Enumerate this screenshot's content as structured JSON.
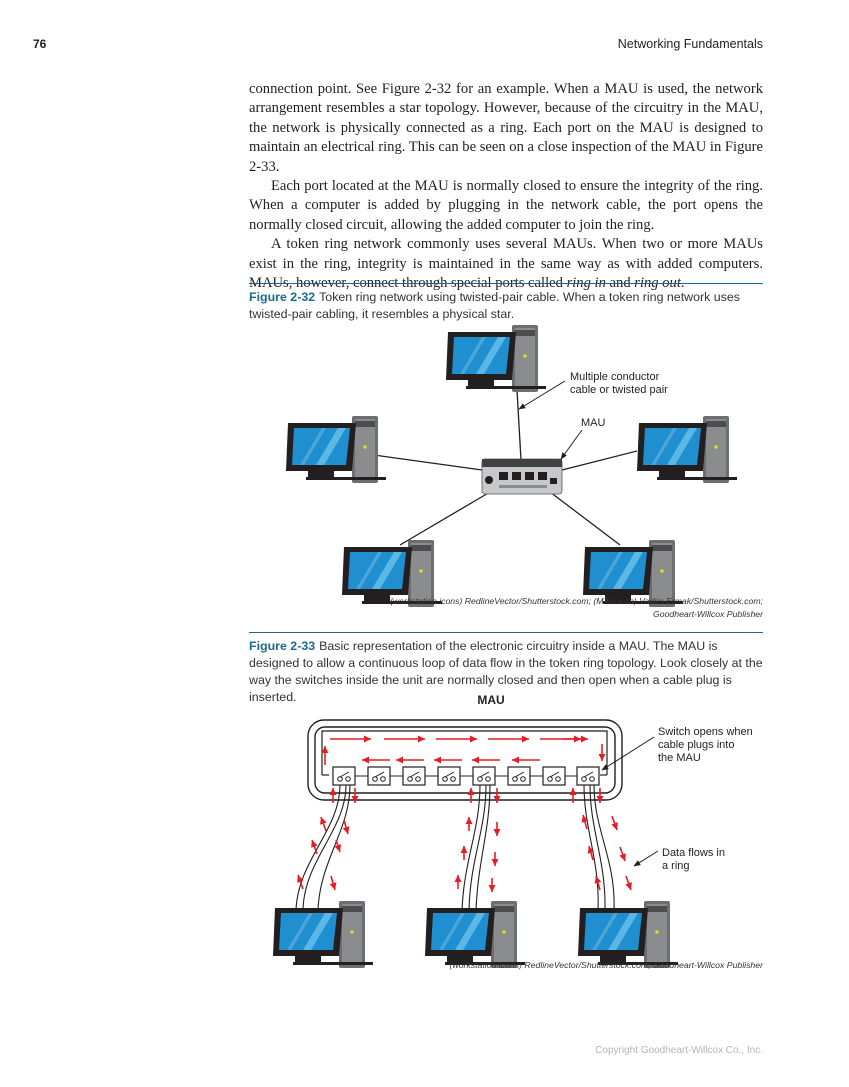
{
  "header": {
    "page_number": "76",
    "running_title": "Networking Fundamentals"
  },
  "body": {
    "para1": "connection point. See Figure 2-32 for an example. When a MAU is used, the network arrangement resembles a star topology. However, because of the circuitry in the MAU, the network is physically connected as a ring. Each port on the MAU is designed to maintain an electrical ring. This can be seen on a close inspection of the MAU in Figure 2-33.",
    "para2": "Each port located at the MAU is normally closed to ensure the integrity of the ring. When a computer is added by plugging in the network cable, the port opens the normally closed circuit, allowing the added computer to join the ring.",
    "para3_start": "A token ring network commonly uses several MAUs. When two or more MAUs exist in the ring, integrity is maintained in the same way as with added computers. MAUs, however, connect through special ports called ",
    "para3_em1": "ring in",
    "para3_mid": " and ",
    "para3_em2": "ring out",
    "para3_end": "."
  },
  "figure32": {
    "number": "Figure 2-32",
    "caption": "Token ring network using twisted-pair cable. When a token ring network uses twisted-pair cabling, it resembles a physical star.",
    "label_cable_line1": "Multiple conductor",
    "label_cable_line2": "cable or twisted pair",
    "label_mau": "MAU",
    "credit_line1": "(workstation icons) RedlineVector/Shutterstock.com; (MAU icon) Vadim Ermak/Shutterstock.com;",
    "credit_line2": "Goodheart-Willcox Publisher"
  },
  "figure33": {
    "number": "Figure 2-33",
    "caption": "Basic representation of the electronic circuitry inside a MAU. The MAU is designed to allow a continuous loop of data flow in the token ring topology. Look closely at the way the switches inside the unit are normally closed and then open when a cable plug is inserted.",
    "title": "MAU",
    "label_switch_line1": "Switch opens when",
    "label_switch_line2": "cable plugs into",
    "label_switch_line3": "the MAU",
    "label_data_line1": "Data flows in",
    "label_data_line2": "a ring",
    "credit": "(workstation icons) RedlineVector/Shutterstock.com; Goodheart-Willcox Publisher"
  },
  "footer": {
    "copyright": "Copyright Goodheart-Willcox Co., Inc."
  },
  "colors": {
    "accent": "#1a6a8e",
    "arrow_red": "#e31e24",
    "screen_blue": "#1f8fd0"
  },
  "icons": [
    "workstation-icon",
    "mau-icon",
    "switch-icon",
    "arrow-icon"
  ]
}
